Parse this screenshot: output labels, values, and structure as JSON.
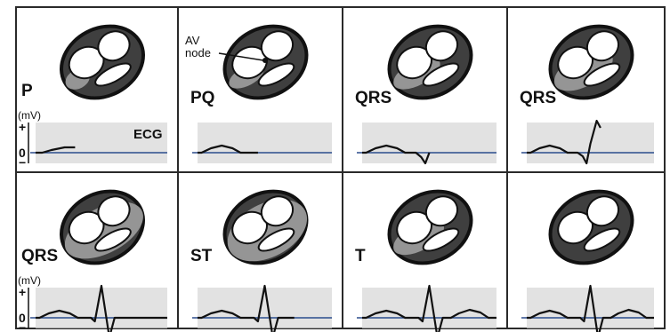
{
  "colors": {
    "background": "#ffffff",
    "border": "#2a2a2a",
    "heart_outline": "#111111",
    "heart_unexcited": "#3f3f3f",
    "heart_excited": "#9a9a9a",
    "heart_chamber": "#ffffff",
    "ecg_background": "#d6d6d6",
    "ecg_trace": "#111111",
    "baseline": "#2b4c8c",
    "text": "#111111"
  },
  "axis": {
    "plus": "+",
    "zero": "0",
    "minus": "−",
    "unit": "(mV)"
  },
  "ecg_label": "ECG",
  "av_node_label": [
    "AV",
    "node"
  ],
  "panels": [
    {
      "label": "P",
      "excited_fraction": 0.15,
      "show_axis": true,
      "show_ecg_label": true,
      "show_av_node": false,
      "trace": "p"
    },
    {
      "label": "PQ",
      "excited_fraction": 0.3,
      "show_axis": false,
      "show_ecg_label": false,
      "show_av_node": true,
      "trace": "pq"
    },
    {
      "label": "QRS",
      "excited_fraction": 0.45,
      "show_axis": false,
      "show_ecg_label": false,
      "show_av_node": false,
      "trace": "q"
    },
    {
      "label": "QRS",
      "excited_fraction": 0.6,
      "show_axis": false,
      "show_ecg_label": false,
      "show_av_node": false,
      "trace": "r"
    },
    {
      "label": "QRS",
      "excited_fraction": 0.85,
      "show_axis": true,
      "show_ecg_label": false,
      "show_av_node": false,
      "trace": "qrs"
    },
    {
      "label": "ST",
      "excited_fraction": 1.0,
      "show_axis": false,
      "show_ecg_label": false,
      "show_av_node": false,
      "trace": "st"
    },
    {
      "label": "T",
      "excited_fraction": 0.5,
      "show_axis": false,
      "show_ecg_label": false,
      "show_av_node": false,
      "trace": "t"
    },
    {
      "label": "",
      "excited_fraction": 0.0,
      "show_axis": false,
      "show_ecg_label": false,
      "show_av_node": false,
      "trace": "full"
    }
  ]
}
